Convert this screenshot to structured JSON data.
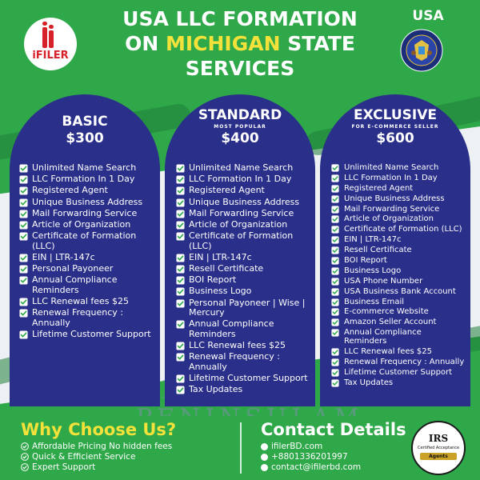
{
  "header": {
    "title_line1": "USA LLC FORMATION",
    "title_on": "ON ",
    "title_state": "MICHIGAN",
    "title_state_suffix": " STATE",
    "title_line3": "SERVICES",
    "country": "USA",
    "logo_text": "iFILER"
  },
  "colors": {
    "background_green": "#2fa84a",
    "card_navy": "#2a2f8a",
    "highlight_yellow": "#f4e23a",
    "check_green": "#2fa84a"
  },
  "plans": [
    {
      "name": "BASIC",
      "tag": "",
      "price": "$300",
      "features": [
        "Unlimited Name Search",
        "LLC Formation In 1 Day",
        "Registered Agent",
        "Unique Business Address",
        "Mail Forwarding Service",
        "Article of Organization",
        "Certificate of Formation (LLC)",
        "EIN | LTR-147c",
        "Personal Payoneer",
        "Annual Compliance Reminders",
        "LLC Renewal fees $25",
        "Renewal Frequency : Annually",
        "Lifetime Customer Support"
      ]
    },
    {
      "name": "STANDARD",
      "tag": "MOST POPULAR",
      "price": "$400",
      "features": [
        "Unlimited Name Search",
        "LLC Formation In 1 Day",
        "Registered Agent",
        "Unique Business Address",
        "Mail Forwarding Service",
        "Article of Organization",
        "Certificate of Formation (LLC)",
        "EIN | LTR-147c",
        "Resell Certificate",
        "BOI Report",
        "Business Logo",
        "Personal Payoneer | Wise | Mercury",
        "Annual Compliance Reminders",
        "LLC Renewal fees $25",
        "Renewal Frequency : Annually",
        "Lifetime Customer Support",
        "Tax Updates"
      ]
    },
    {
      "name": "EXCLUSIVE",
      "tag": "FOR E-COMMERCE SELLER",
      "price": "$600",
      "features": [
        "Unlimited Name Search",
        "LLC Formation In 1 Day",
        "Registered Agent",
        "Unique Business Address",
        "Mail Forwarding Service",
        "Article of Organization",
        "Certificate of Formation (LLC)",
        "EIN | LTR-147c",
        "Resell Certificate",
        "BOI Report",
        "Business Logo",
        "USA Phone Number",
        "USA Business Bank Account",
        "Business Email",
        "E-commerce Website",
        "Amazon Seller Account",
        "Annual Compliance Reminders",
        "LLC Renewal fees $25",
        "Renewal Frequency : Annually",
        "Lifetime Customer Support",
        "Tax Updates"
      ]
    }
  ],
  "why": {
    "heading": "Why Choose Us?",
    "items": [
      "Affordable Pricing No hidden fees",
      "Quick & Efficient Service",
      "Expert Support"
    ]
  },
  "contact": {
    "heading": "Contact Details",
    "website": "ifilerBD.com",
    "phone": "+8801336201997",
    "email": "contact@ifilerbd.com"
  },
  "irs_badge": {
    "line1": "IRS",
    "line2": "Certified Acceptance",
    "line3": "Agents"
  },
  "seal_text": "SI QUAERIS PENINSULAM AMOENAM CIRCUMSPICE"
}
